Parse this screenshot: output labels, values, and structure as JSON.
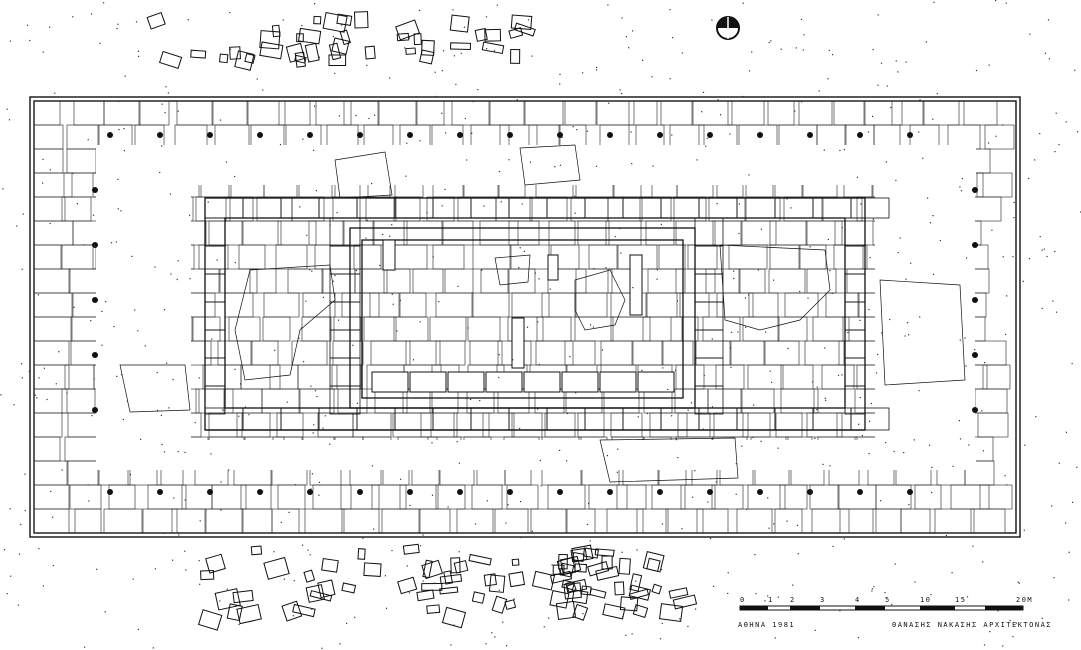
{
  "drawing": {
    "stroke_color": "#111111",
    "background_color": "#ffffff",
    "north_arrow_icon": "north-arrow-icon"
  },
  "scale_bar": {
    "ticks": [
      "0",
      "1",
      "2",
      "3",
      "4",
      "5",
      "10",
      "15",
      "20M"
    ],
    "caption_left": "ΑΘΗΝΑ 1981",
    "caption_right": "ΘΑΝΑΣΗΣ ΝΑΚΑΣΗΣ  ΑΡΧΙΤΕΚΤΟΝΑΣ"
  }
}
